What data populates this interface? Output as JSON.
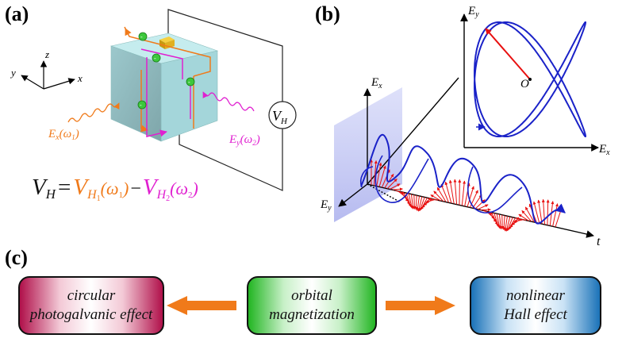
{
  "panels": {
    "a": "(a)",
    "b": "(b)",
    "c": "(c)"
  },
  "panel_a": {
    "axis_x": "x",
    "axis_y": "y",
    "axis_z": "z",
    "ex_label": "E",
    "ex_sub": "x",
    "ex_arg": "(ω",
    "ex_arg_sub": "1",
    "ex_close": ")",
    "ey_label": "E",
    "ey_sub": "y",
    "ey_arg": "(ω",
    "ey_arg_sub": "2",
    "ey_close": ")",
    "meter_v": "V",
    "meter_sub": "H",
    "charge_sign": "-",
    "equation": {
      "lhs_v": "V",
      "lhs_sub": "H",
      "eq": "=",
      "t1_v": "V",
      "t1_sub": "H",
      "t1_subsub": "1",
      "t1_arg": "(ω",
      "t1_argsub": "1",
      "t1_close": ")",
      "minus": "−",
      "t2_v": "V",
      "t2_sub": "H",
      "t2_subsub": "2",
      "t2_arg": "(ω",
      "t2_argsub": "2",
      "t2_close": ")"
    }
  },
  "panel_b": {
    "ex_axis": "E",
    "ex_axis_sub": "x",
    "ey_axis": "E",
    "ey_axis_sub": "y",
    "t_axis": "t",
    "inset_ey": "E",
    "inset_ey_sub": "y",
    "inset_ex": "E",
    "inset_ex_sub": "x",
    "origin": "O"
  },
  "panel_c": {
    "left_box": {
      "line1": "circular",
      "line2": "photogalvanic effect"
    },
    "center_box": {
      "line1": "orbital",
      "line2": "magnetization"
    },
    "right_box": {
      "line1": "nonlinear",
      "line2": "Hall effect"
    }
  },
  "colors": {
    "orange": "#f07a1a",
    "magenta": "#e020d0",
    "blue": "#1a22c8",
    "red": "#e81010",
    "cube": "#a8d8dc",
    "plane": "#b8bcf0"
  }
}
